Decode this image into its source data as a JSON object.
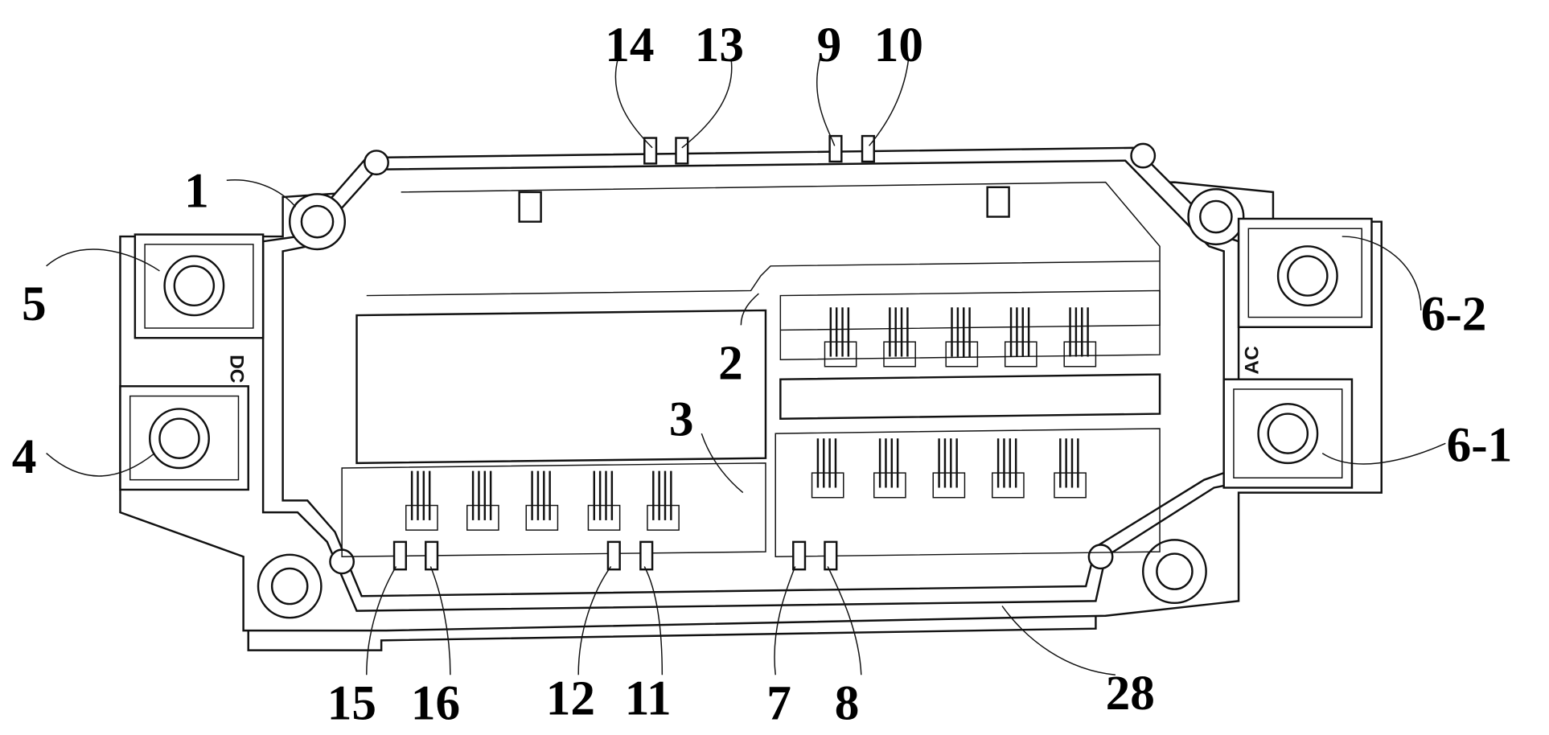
{
  "figure": {
    "terminal_marks": {
      "dc": "DC",
      "ac": "AC"
    },
    "reference_labels": {
      "l14": "14",
      "l13": "13",
      "l9": "9",
      "l10": "10",
      "l1": "1",
      "l5": "5",
      "l4": "4",
      "l2": "2",
      "l3": "3",
      "l6_2": "6-2",
      "l6_1": "6-1",
      "l15": "15",
      "l16": "16",
      "l12": "12",
      "l11": "11",
      "l7": "7",
      "l8": "8",
      "l28": "28"
    }
  }
}
